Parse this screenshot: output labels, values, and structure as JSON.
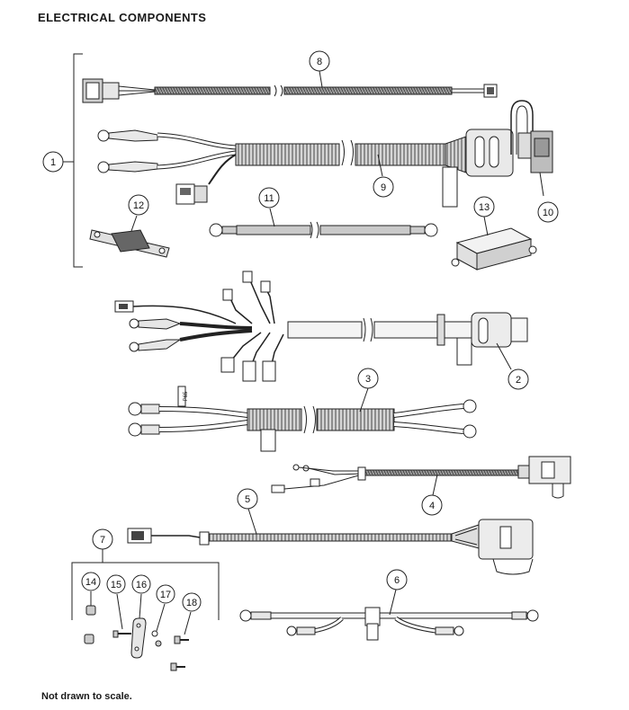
{
  "title": "ELECTRICAL COMPONENTS",
  "footnote": "Not drawn to scale.",
  "callouts": {
    "c1": "1",
    "c2": "2",
    "c3": "3",
    "c4": "4",
    "c5": "5",
    "c6": "6",
    "c7": "7",
    "c8": "8",
    "c9": "9",
    "c10": "10",
    "c11": "11",
    "c12": "12",
    "c13": "13",
    "c14": "14",
    "c15": "15",
    "c16": "16",
    "c17": "17",
    "c18": "18"
  },
  "harness_tag": "P65"
}
